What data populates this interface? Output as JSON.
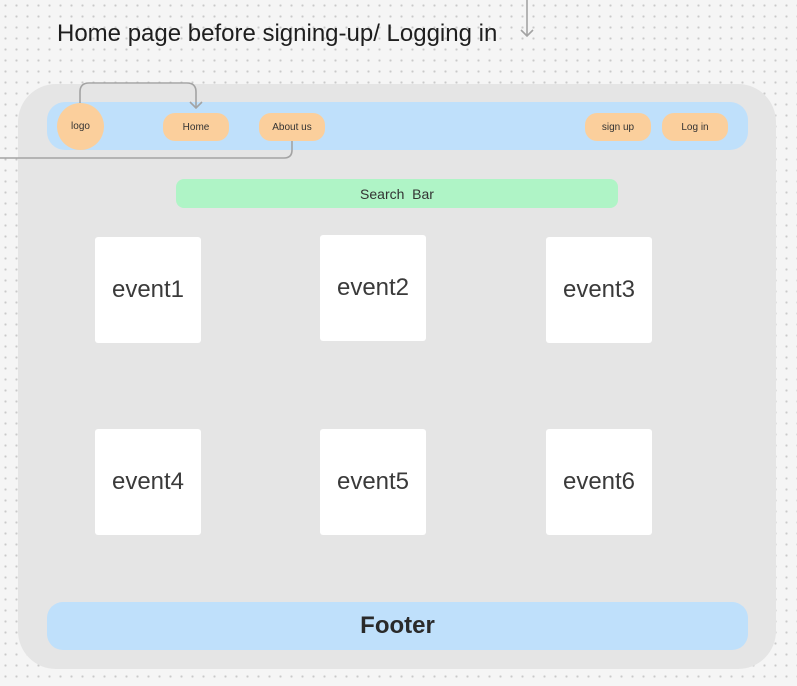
{
  "title": "Home page before signing-up/ Logging in",
  "navbar": {
    "logo_label": "logo",
    "home_label": "Home",
    "about_label": "About us",
    "signup_label": "sign up",
    "login_label": "Log in"
  },
  "search": {
    "label": "Search  Bar"
  },
  "events": [
    "event1",
    "event2",
    "event3",
    "event4",
    "event5",
    "event6"
  ],
  "footer": {
    "label": "Footer"
  },
  "colors": {
    "frame": "#e5e5e5",
    "navbar": "#bfe0fb",
    "button": "#fbcf9c",
    "search": "#aff4c6",
    "card": "#ffffff",
    "connector": "#a3a3a3"
  }
}
